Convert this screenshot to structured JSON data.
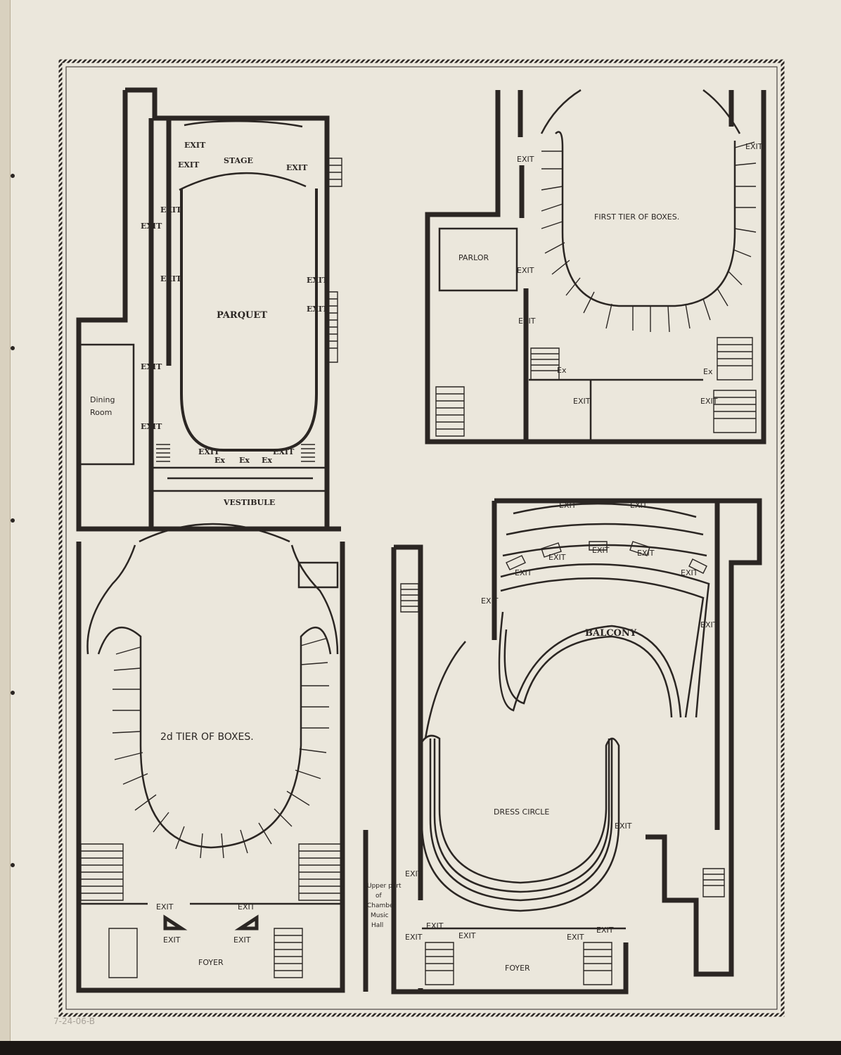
{
  "labels": {
    "stage": "STAGE",
    "exit": "EXIT",
    "ex": "Ex",
    "parquet": "PARQUET",
    "dining_room_1": "Dining",
    "dining_room_2": "Room",
    "vestibule": "VESTIBULE",
    "parlor": "PARLOR",
    "first_tier": "FIRST TIER OF BOXES.",
    "second_tier": "2d TIER OF BOXES.",
    "foyer": "FOYER",
    "balcony": "BALCONY",
    "dress_circle": "DRESS CIRCLE",
    "chamber_1": "Upper part",
    "chamber_2": "of",
    "chamber_3": "Chamber",
    "chamber_4": "Music",
    "chamber_5": "Hall"
  },
  "handwritten_note": "7-24-06-B",
  "colors": {
    "paper": "#ebe7dc",
    "ink": "#2b2623"
  }
}
